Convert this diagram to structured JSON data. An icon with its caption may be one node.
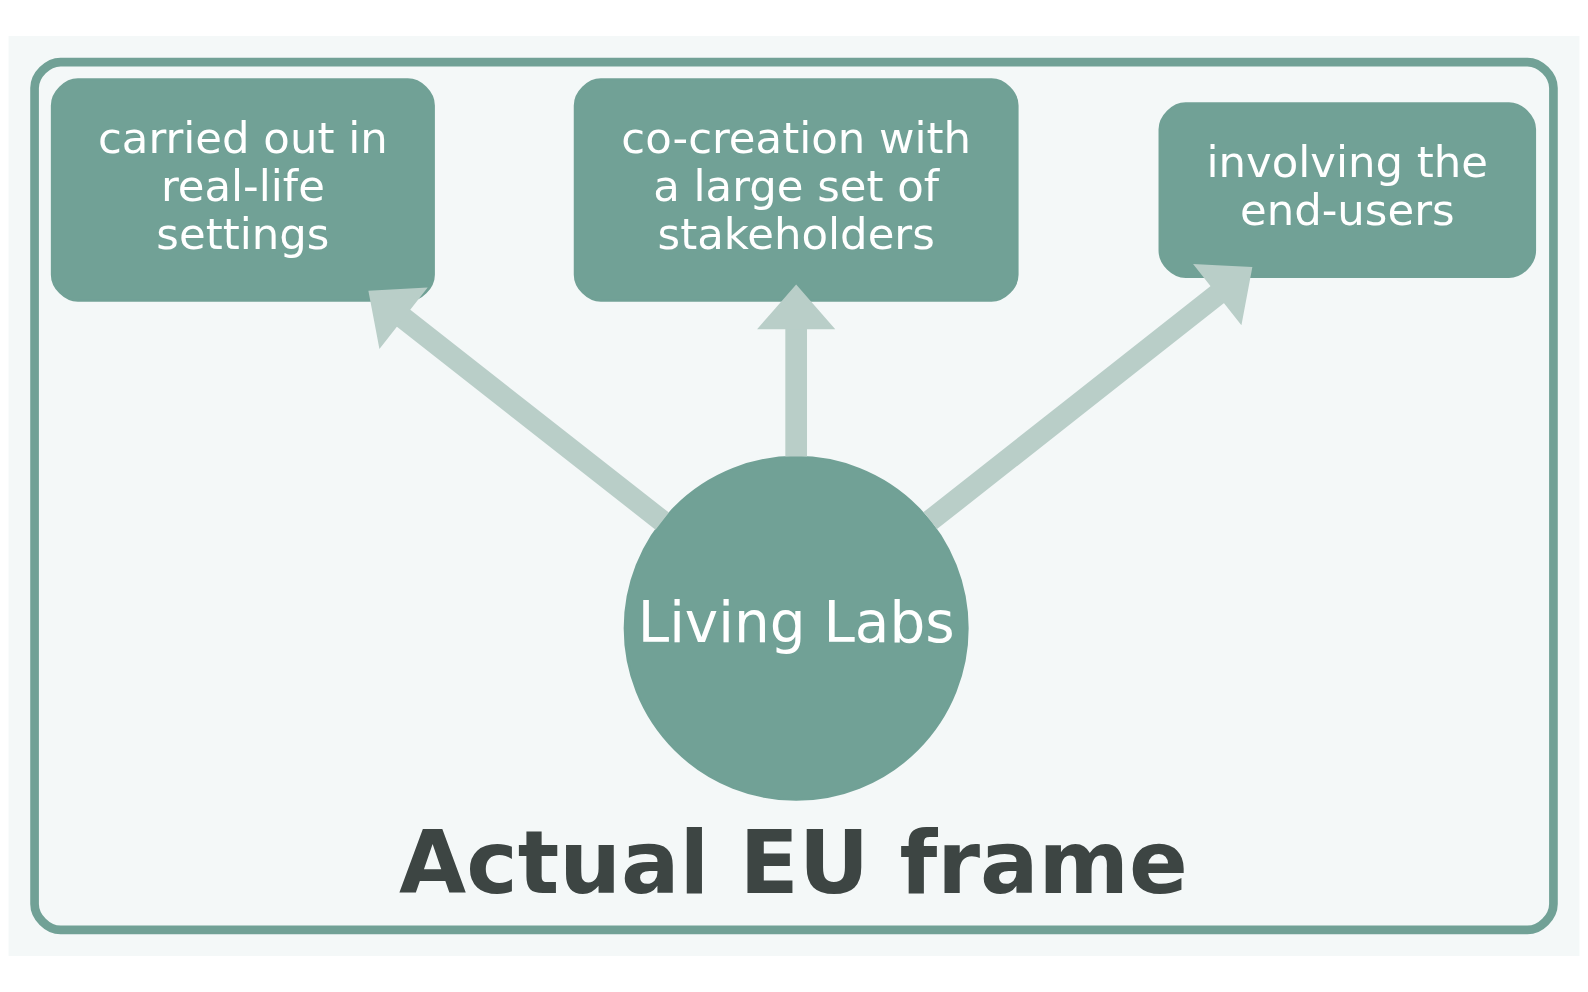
{
  "diagram": {
    "nodes": [
      {
        "text": [
          "Actual EU frame"
        ]
      },
      {
        "text": [
          "co-creation with a large set of stakeholders"
        ],
        "in": 0
      },
      {
        "text": [
          "carried out in real-life settings"
        ],
        "in": 0
      },
      {
        "text": [
          "involving the end-users"
        ],
        "in": 0
      },
      {
        "text": [
          "Living Labs"
        ],
        "in": 0
      }
    ],
    "edges": [
      {
        "from": 4,
        "to": 2,
        "arrow": "to"
      },
      {
        "from": 4,
        "to": 1,
        "arrow": "to"
      },
      {
        "from": 4,
        "to": 3,
        "arrow": "to"
      }
    ]
  }
}
